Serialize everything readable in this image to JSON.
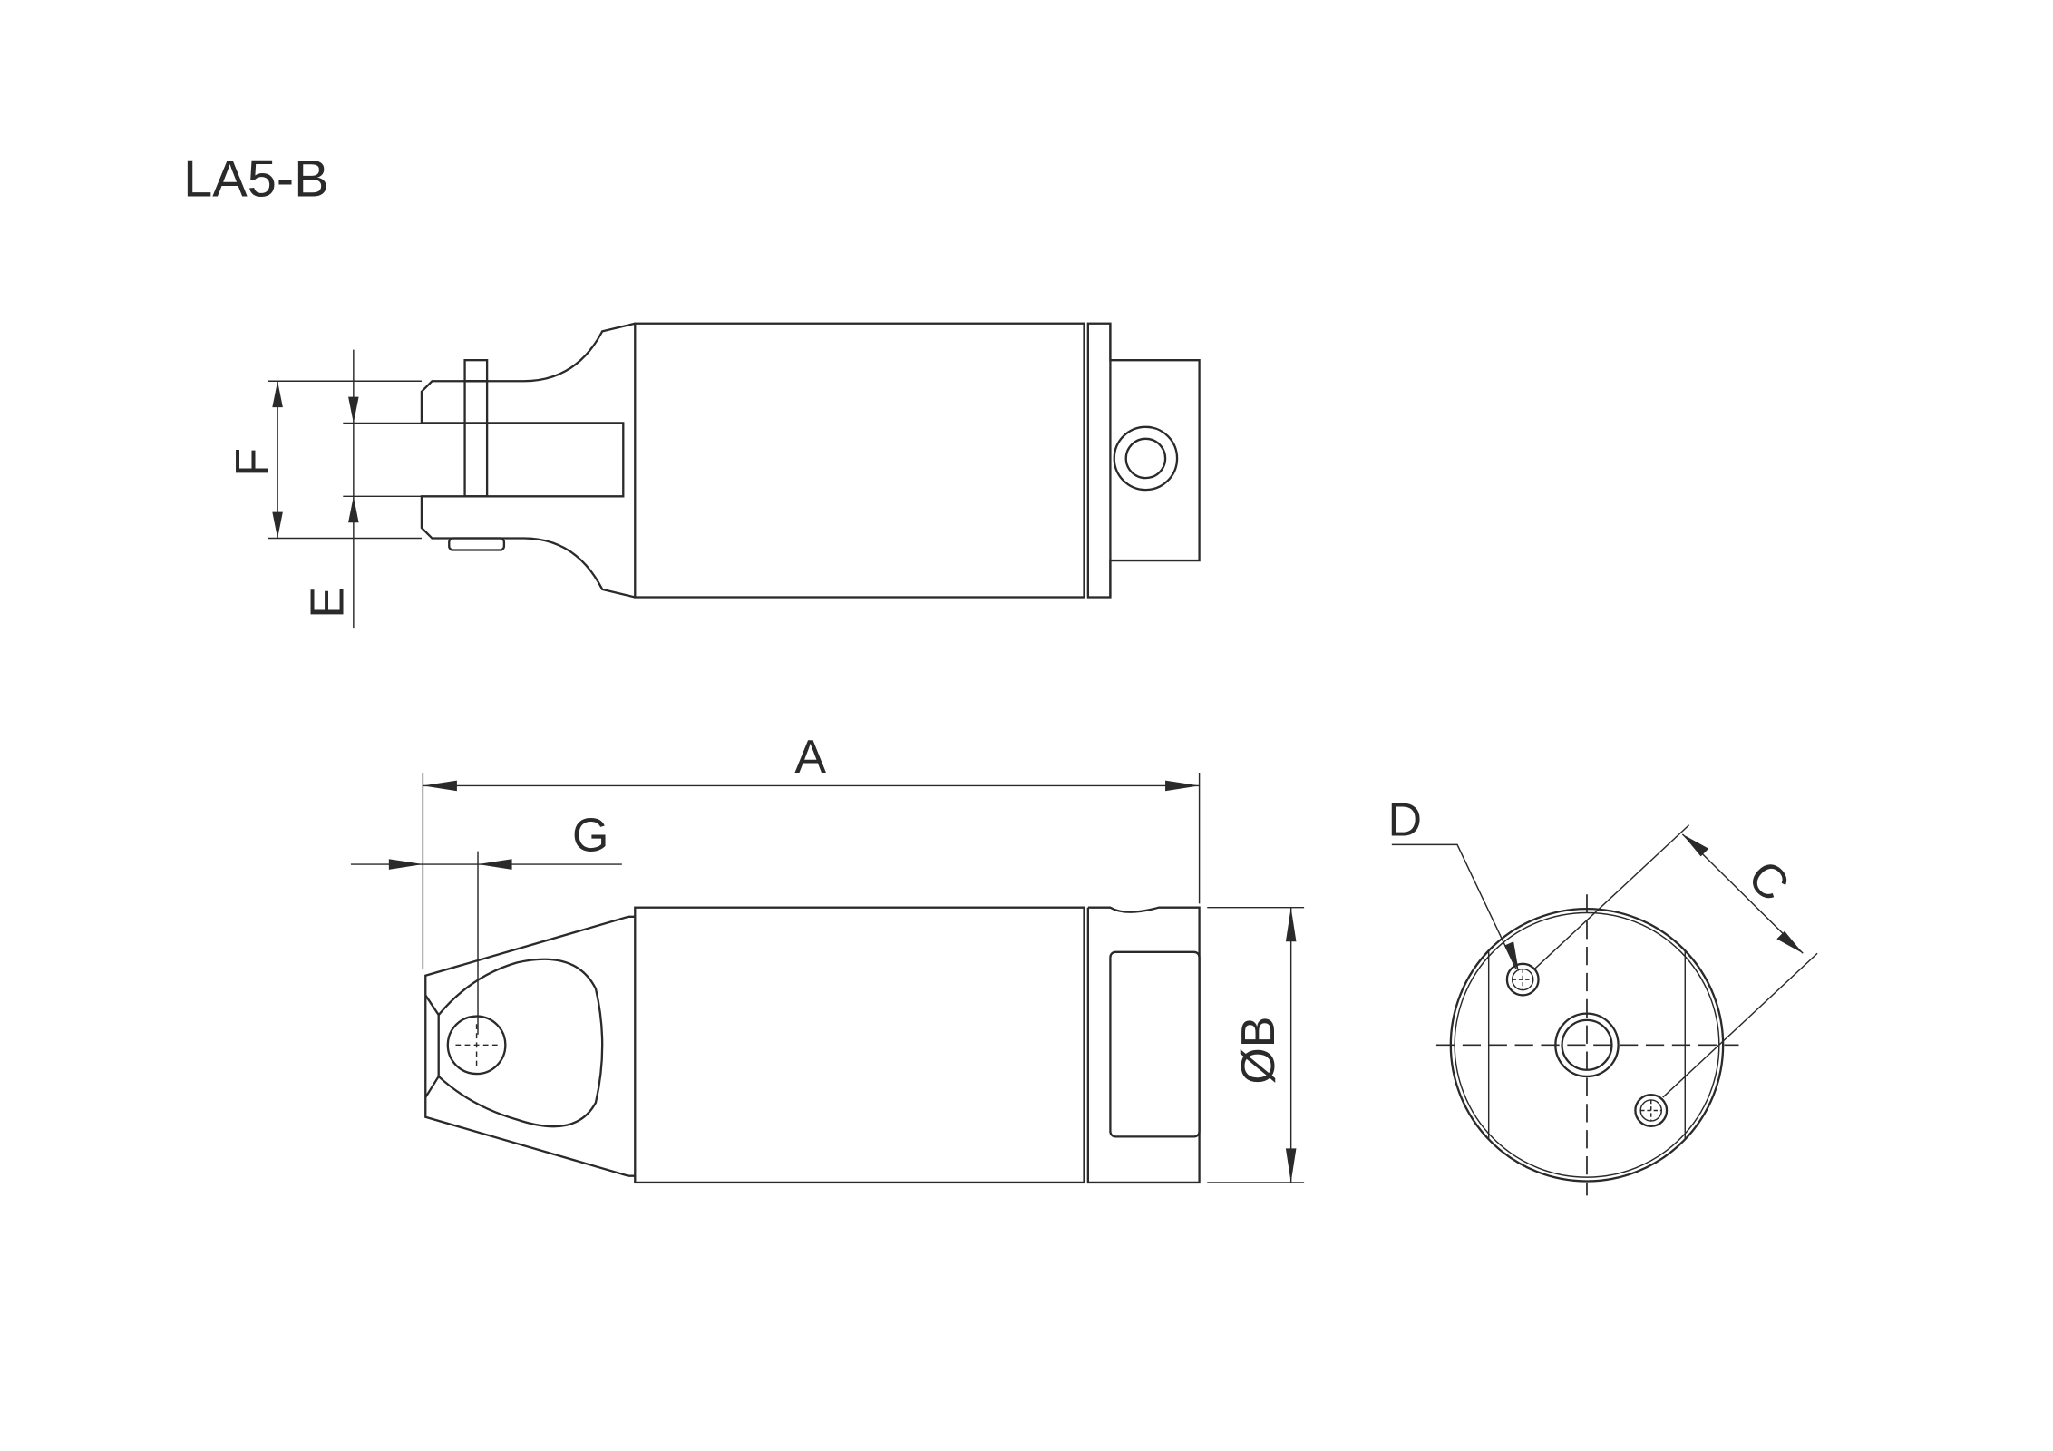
{
  "title": "LA5-B",
  "dimensions": {
    "A": "A",
    "B": "ØB",
    "C": "C",
    "D": "D",
    "E": "E",
    "F": "F",
    "G": "G"
  },
  "colors": {
    "line": "#2a2a2a",
    "background": "#ffffff"
  }
}
